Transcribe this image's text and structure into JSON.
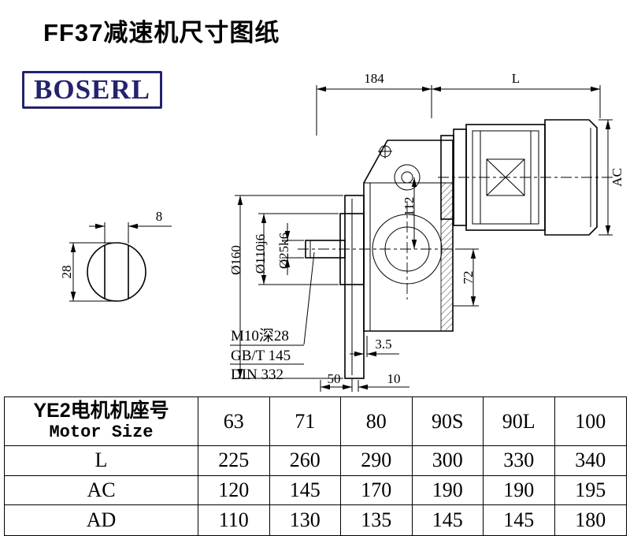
{
  "page": {
    "title": "FF37减速机尺寸图纸",
    "logo": "BOSERL"
  },
  "drawing": {
    "dim_width_top": "184",
    "dim_length_top": "L",
    "dim_ac": "AC",
    "dim_key_width": "8",
    "dim_shaft_section": "28",
    "dim_d160": "Ø160",
    "dim_d110": "Ø110j6",
    "dim_d25": "Ø25k6",
    "dim_112": "112",
    "dim_72": "72",
    "note_tap": "M10深28",
    "note_gb": "GB/T 145",
    "note_din": "DIN 332",
    "dim_3_5": "3.5",
    "dim_50": "50",
    "dim_10": "10"
  },
  "table": {
    "header": {
      "line1": "YE2电机机座号",
      "line2": "Motor Size"
    },
    "columns": [
      "63",
      "71",
      "80",
      "90S",
      "90L",
      "100"
    ],
    "rows": [
      {
        "label": "L",
        "values": [
          "225",
          "260",
          "290",
          "300",
          "330",
          "340"
        ]
      },
      {
        "label": "AC",
        "values": [
          "120",
          "145",
          "170",
          "190",
          "190",
          "195"
        ]
      },
      {
        "label": "AD",
        "values": [
          "110",
          "130",
          "135",
          "145",
          "145",
          "180"
        ]
      }
    ]
  }
}
